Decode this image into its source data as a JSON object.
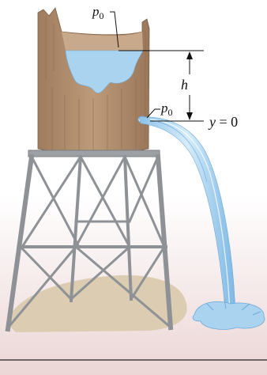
{
  "labels": {
    "p_symbol": "p",
    "p_subscript": "0",
    "height": "h",
    "datum_var": "y",
    "datum_eq": " = 0"
  },
  "colors": {
    "tank_wood": "#b08c6c",
    "tank_interior": "#c9a98b",
    "water": "#a9d3ef",
    "water_dark": "#6fb0e0",
    "tower_steel": "#8e9296",
    "ground_sand": "#dccdb2",
    "sky_pink": "#f1e1e1"
  }
}
